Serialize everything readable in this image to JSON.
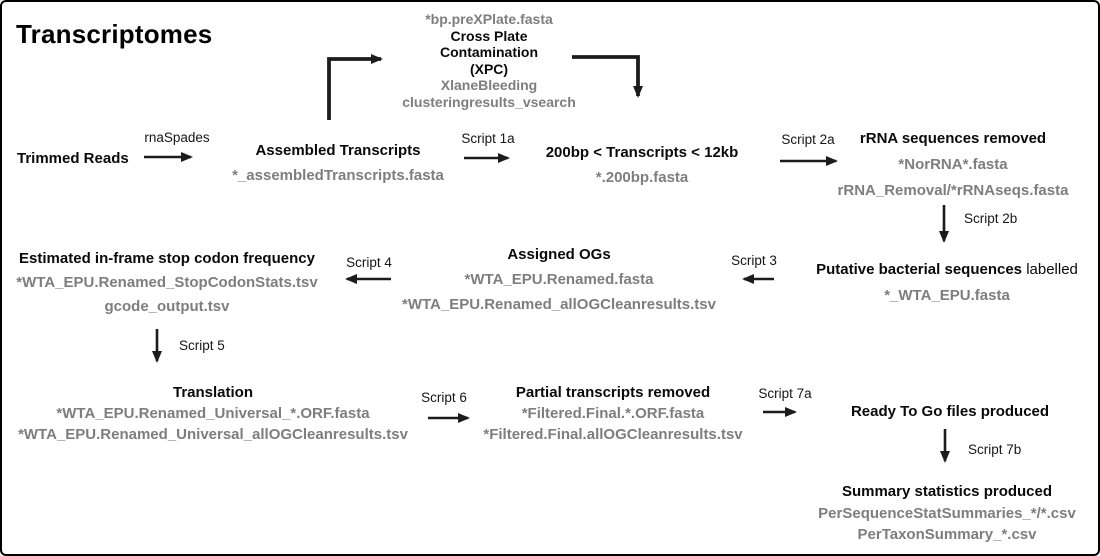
{
  "title": "Transcriptomes",
  "colors": {
    "text_black": "#0a0a0a",
    "file_gray": "#7e7e7e",
    "arrow": "#1c1c1c",
    "border": "#000000",
    "background": "#ffffff"
  },
  "nodes": {
    "trimmed_reads": {
      "title": "Trimmed Reads"
    },
    "assembled": {
      "title": "Assembled Transcripts",
      "file1": "*_assembledTranscripts.fasta"
    },
    "xpc": {
      "file_above": "*bp.preXPlate.fasta",
      "title_line1": "Cross Plate",
      "title_line2": "Contamination",
      "title_line3": "(XPC)",
      "file1": "XlaneBleeding",
      "file2": "clusteringresults_vsearch"
    },
    "size_filter": {
      "title": "200bp < Transcripts < 12kb",
      "file1": "*.200bp.fasta"
    },
    "rrna_removed": {
      "title": "rRNA sequences removed",
      "file1": "*NorRNA*.fasta",
      "file2": "rRNA_Removal/*rRNAseqs.fasta"
    },
    "bacterial_labelled": {
      "title_bold": "Putative bacterial sequences",
      "title_regular": "labelled",
      "file1": "*_WTA_EPU.fasta"
    },
    "assigned_ogs": {
      "title": "Assigned OGs",
      "file1": "*WTA_EPU.Renamed.fasta",
      "file2": "*WTA_EPU.Renamed_allOGCleanresults.tsv"
    },
    "stop_codon": {
      "title": "Estimated in-frame stop codon frequency",
      "file1": "*WTA_EPU.Renamed_StopCodonStats.tsv",
      "file2": "gcode_output.tsv"
    },
    "translation": {
      "title": "Translation",
      "file1": "*WTA_EPU.Renamed_Universal_*.ORF.fasta",
      "file2": "*WTA_EPU.Renamed_Universal_allOGCleanresults.tsv"
    },
    "partial_removed": {
      "title": "Partial transcripts removed",
      "file1": "*Filtered.Final.*.ORF.fasta",
      "file2": "*Filtered.Final.allOGCleanresults.tsv"
    },
    "ready_to_go": {
      "title": "Ready To Go files produced"
    },
    "summary": {
      "title": "Summary statistics produced",
      "file1": "PerSequenceStatSummaries_*/*.csv",
      "file2": "PerTaxonSummary_*.csv"
    }
  },
  "edges": {
    "rnaspades": "rnaSpades",
    "script_1a": "Script 1a",
    "script_2a": "Script 2a",
    "script_2b": "Script 2b",
    "script_3": "Script 3",
    "script_4": "Script 4",
    "script_5": "Script 5",
    "script_6": "Script 6",
    "script_7a": "Script 7a",
    "script_7b": "Script 7b"
  }
}
